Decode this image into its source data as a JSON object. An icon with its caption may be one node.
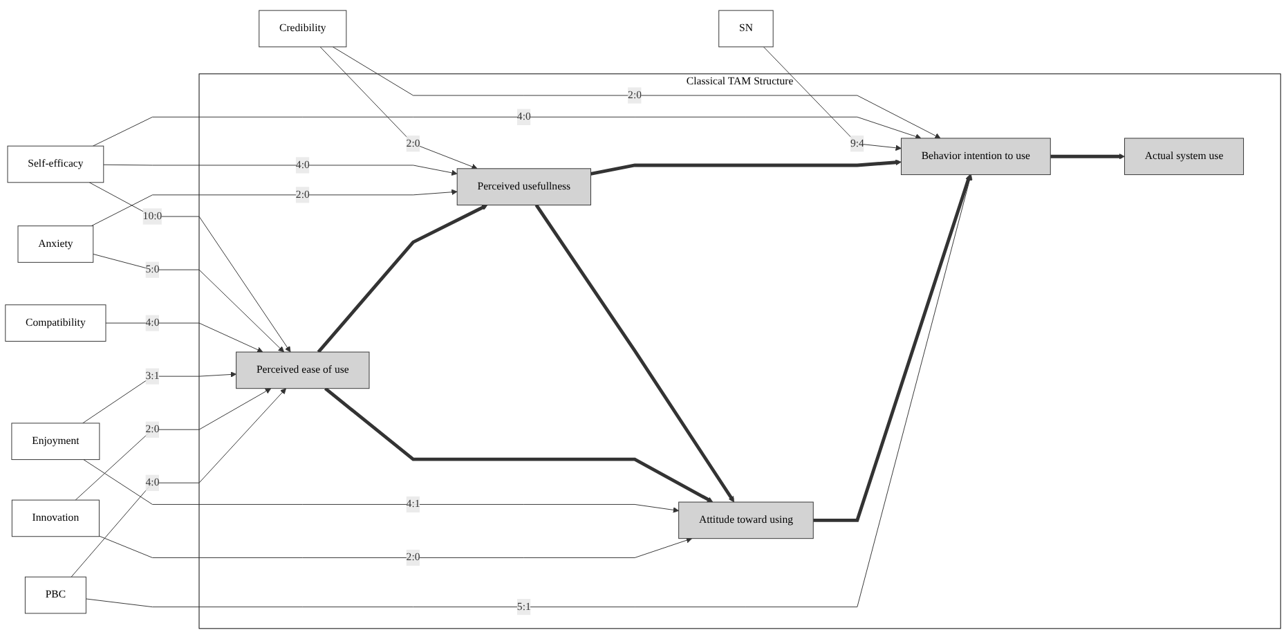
{
  "diagram": {
    "nodes": [
      {
        "text": [
          "Credibility"
        ]
      },
      {
        "text": [
          "Self-efficacy"
        ]
      },
      {
        "text": [
          "SN"
        ]
      },
      {
        "text": [
          "Anxiety"
        ]
      },
      {
        "text": [
          "Classical TAM Structure"
        ]
      },
      {
        "text": [
          "Perceived usefullness"
        ],
        "in": 4
      },
      {
        "text": [
          "Attitude toward using"
        ],
        "in": 4
      },
      {
        "text": [
          "Behavior intention to use"
        ],
        "in": 4
      },
      {
        "text": [
          "Actual system use"
        ],
        "in": 4
      },
      {
        "text": [
          "Perceived ease of use"
        ],
        "in": 4
      },
      {
        "text": [
          "Compatibility"
        ]
      },
      {
        "text": [
          "Enjoyment"
        ]
      },
      {
        "text": [
          "Innovation"
        ]
      },
      {
        "text": [
          "PBC"
        ]
      }
    ],
    "edges": [
      {
        "from": 0,
        "to": 5,
        "arrow": "to",
        "label": "2:0"
      },
      {
        "from": 0,
        "to": 7,
        "arrow": "to",
        "label": "2:0"
      },
      {
        "from": 1,
        "to": 5,
        "arrow": "to",
        "label": "4:0"
      },
      {
        "from": 1,
        "to": 9,
        "arrow": "to",
        "label": "10:0"
      },
      {
        "from": 1,
        "to": 7,
        "arrow": "to",
        "label": "4:0"
      },
      {
        "from": 2,
        "to": 7,
        "arrow": "to",
        "label": "9:4"
      },
      {
        "from": 3,
        "to": 5,
        "arrow": "to",
        "label": "2:0"
      },
      {
        "from": 3,
        "to": 9,
        "arrow": "to",
        "label": "5:0"
      },
      {
        "from": 5,
        "to": 6,
        "arrow": "to",
        "style": "thick"
      },
      {
        "from": 5,
        "to": 7,
        "arrow": "to",
        "style": "thick"
      },
      {
        "from": 6,
        "to": 7,
        "arrow": "to",
        "style": "thick"
      },
      {
        "from": 7,
        "to": 8,
        "arrow": "to",
        "style": "thick"
      },
      {
        "from": 9,
        "to": 5,
        "arrow": "to",
        "style": "thick"
      },
      {
        "from": 9,
        "to": 6,
        "arrow": "to",
        "style": "thick"
      },
      {
        "from": 10,
        "to": 9,
        "arrow": "to",
        "label": "4:0"
      },
      {
        "from": 11,
        "to": 9,
        "arrow": "to",
        "label": "3:1"
      },
      {
        "from": 11,
        "to": 6,
        "arrow": "to",
        "label": "4:1"
      },
      {
        "from": 12,
        "to": 9,
        "arrow": "to",
        "label": "2:0"
      },
      {
        "from": 12,
        "to": 6,
        "arrow": "to",
        "label": "2:0"
      },
      {
        "from": 13,
        "to": 9,
        "arrow": "to",
        "label": "4:0"
      },
      {
        "from": 13,
        "to": 7,
        "arrow": "to",
        "label": "5:1"
      }
    ]
  }
}
